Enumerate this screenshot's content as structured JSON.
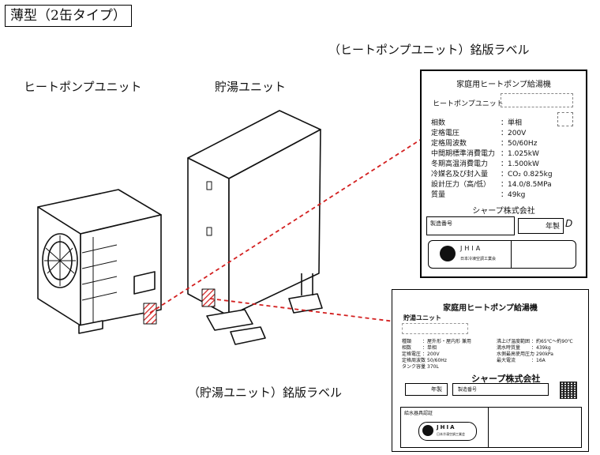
{
  "heading": "薄型（2缶タイプ）",
  "captions": {
    "hp_plate": "（ヒートポンプユニット）銘版ラベル",
    "hp_unit": "ヒートポンプユニット",
    "tank_unit": "貯湯ユニット",
    "tank_plate": "（貯湯ユニット）銘版ラベル"
  },
  "hp_nameplate": {
    "title": "家庭用ヒートポンプ給湯機",
    "unit_label": "ヒートポンプユニット",
    "specs": [
      {
        "k": "相数",
        "v": "：単相"
      },
      {
        "k": "定格電圧",
        "v": "：200V"
      },
      {
        "k": "定格周波数",
        "v": "：50/60Hz"
      },
      {
        "k": "中間期標準消費電力",
        "v": "：1.025kW"
      },
      {
        "k": "冬期高温消費電力",
        "v": "：1.500kW"
      },
      {
        "k": "冷媒名及び封入量",
        "v": "：CO₂ 0.825kg"
      },
      {
        "k": "設計圧力（高/低）",
        "v": "：14.0/8.5MPa"
      },
      {
        "k": "質量",
        "v": "：49kg"
      }
    ],
    "company": "シャープ株式会社",
    "serial_label": "製造番号",
    "year_label": "年製",
    "d_mark": "D",
    "jhia_text": "JHIA",
    "jhia_sub": "日本冷凍空調工業会"
  },
  "tank_nameplate": {
    "title": "家庭用ヒートポンプ給湯機",
    "unit_label": "貯湯ユニット",
    "specs_left": [
      {
        "k": "種類",
        "v": "：屋外形・屋内形 兼用"
      },
      {
        "k": "相数",
        "v": "：単相"
      },
      {
        "k": "定格電圧",
        "v": "：200V"
      },
      {
        "k": "定格周波数",
        "v": "：50/60Hz"
      },
      {
        "k": "タンク容量",
        "v": "：370L"
      }
    ],
    "specs_right": [
      {
        "k": "沸上げ温度範囲",
        "v": "：約65℃～約90℃"
      },
      {
        "k": "満水時質量",
        "v": "：439kg"
      },
      {
        "k": "水側最高使用圧力",
        "v": "：290kPa"
      },
      {
        "k": "最大電流",
        "v": "：16A"
      }
    ],
    "company": "シャープ株式会社",
    "year_label": "年製",
    "serial_label": "製造番号",
    "cert_label": "給水器具認証",
    "jhia_text": "JHIA",
    "jhia_sub": "日本冷凍空調工業会"
  },
  "colors": {
    "leader": "#d32020",
    "label_hatch": "#d32020"
  }
}
